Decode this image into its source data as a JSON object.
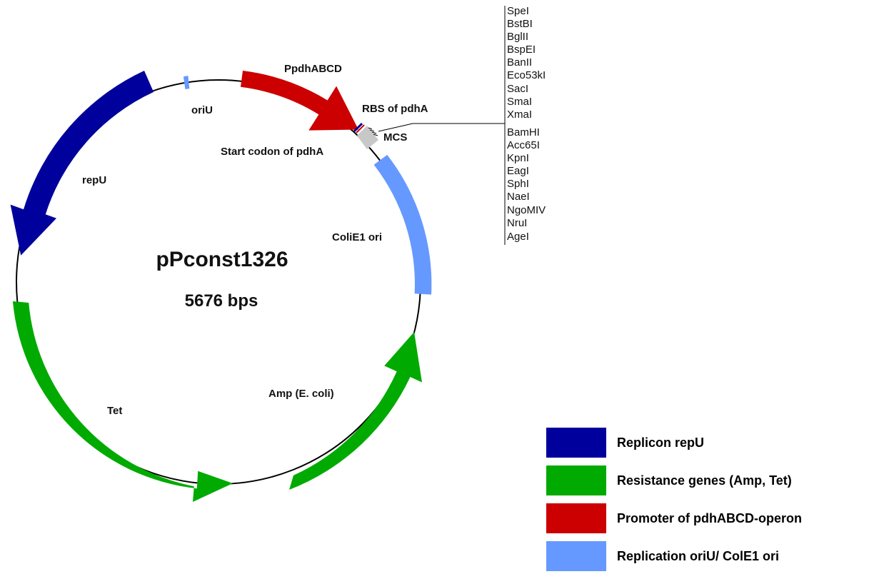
{
  "map": {
    "name": "pPconst1326",
    "size": "5676 bps"
  },
  "features": {
    "oriU": "oriU",
    "PpdhABCD": "PpdhABCD",
    "RBS": "RBS of pdhA",
    "MCS": "MCS",
    "start_codon": "Start codon of pdhA",
    "repU": "repU",
    "ColiE1": "ColiE1 ori",
    "Amp": "Amp (E. coli)",
    "Tet": "Tet"
  },
  "restriction_sites": [
    "SpeI",
    "BstBI",
    "BglII",
    "BspEI",
    "BanII",
    "Eco53kI",
    "SacI",
    "SmaI",
    "XmaI",
    "BamHI",
    "Acc65I",
    "KpnI",
    "EagI",
    "SphI",
    "NaeI",
    "NgoMIV",
    "NruI",
    "AgeI"
  ],
  "colors": {
    "replicon": "#00009C",
    "resistance": "#00AA00",
    "promoter": "#CC0000",
    "origin": "#6699FF",
    "mcs": "#C8C8C8"
  },
  "legend": [
    {
      "label": "Replicon repU",
      "color": "#00009C"
    },
    {
      "label": "Resistance genes (Amp, Tet)",
      "color": "#00AA00"
    },
    {
      "label": "Promoter of pdhABCD-operon",
      "color": "#CC0000"
    },
    {
      "label": "Replication oriU/ ColE1 ori",
      "color": "#6699FF"
    }
  ]
}
